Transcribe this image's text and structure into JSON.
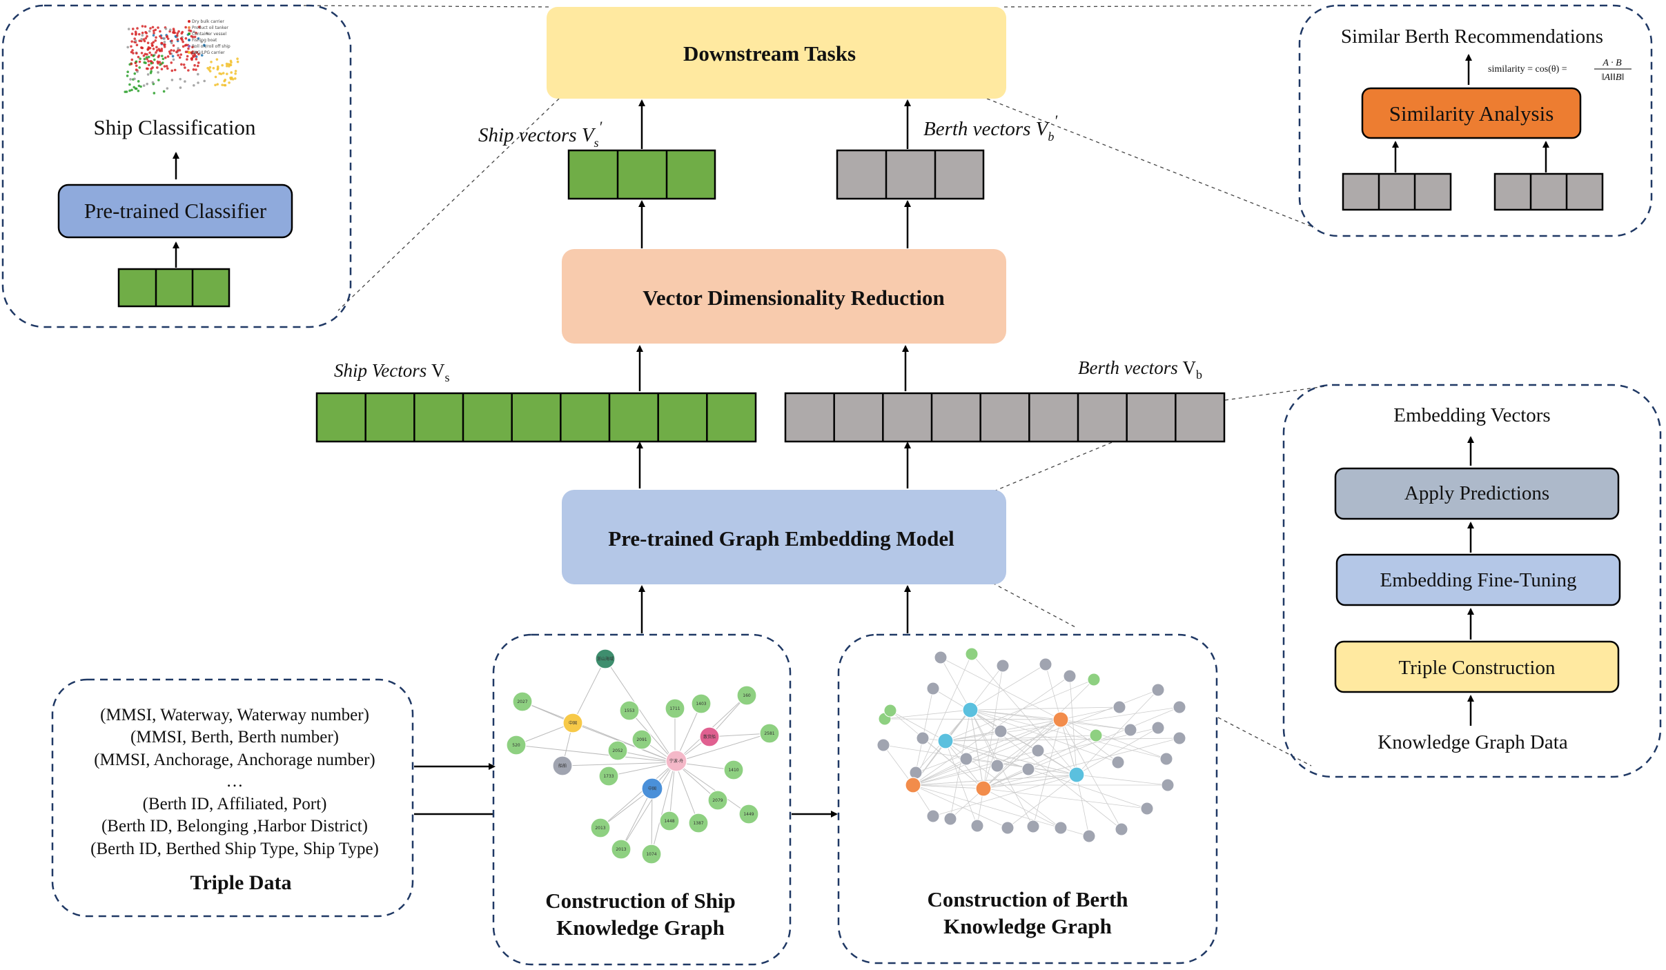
{
  "colors": {
    "yellow_box": "#FFE9A0",
    "peach_box": "#F8CBAD",
    "blue_box": "#B4C7E7",
    "classifier_blue": "#8FAADC",
    "orange_box": "#ED7D31",
    "gray_box": "#ADB9CA",
    "green_cell": "#70AD47",
    "gray_cell": "#AEAAAA",
    "dash_border": "#1F3864",
    "node_green": "#8ED081",
    "node_gray": "#A0A4B0",
    "node_blue": "#4A90D9",
    "node_pink": "#F4B8C8",
    "node_orange": "#F28C4B",
    "node_cyan": "#5BC0DE",
    "node_yellow": "#F7C948",
    "node_teal": "#3E8E6E",
    "node_rose": "#E06090"
  },
  "main": {
    "downstream": "Downstream Tasks",
    "reduction": "Vector Dimensionality Reduction",
    "embedding_model": "Pre-trained Graph Embedding Model",
    "ship_vectors_reduced": "Ship vectors ",
    "ship_vectors_reduced_sym": "V",
    "ship_vectors_reduced_sub": "s",
    "berth_vectors_reduced": "Berth vectors ",
    "berth_vectors_reduced_sym": "V",
    "berth_vectors_reduced_sub": "b",
    "prime": "′",
    "ship_vectors": "Ship Vectors ",
    "ship_vectors_sym": "V",
    "ship_vectors_sub": "s",
    "berth_vectors": "Berth vectors ",
    "berth_vectors_sym": "V",
    "berth_vectors_sub": "b"
  },
  "classification": {
    "title": "Ship Classification",
    "classifier": "Pre-trained Classifier",
    "legend": [
      "Dry bulk carrier",
      "Product oil tanker",
      "Container vessel",
      "Fishing boat",
      "Roll on/roll off ship",
      "LNG/LPG carrier"
    ]
  },
  "similarity": {
    "title": "Similar Berth Recommendations",
    "analysis": "Similarity Analysis",
    "formula_lhs": "similarity = cos(θ) = ",
    "formula_num": "A · B",
    "formula_den": "‖A‖‖B‖"
  },
  "pipeline": {
    "output": "Embedding Vectors",
    "apply": "Apply Predictions",
    "finetune": "Embedding Fine-Tuning",
    "triple": "Triple Construction",
    "input": "Knowledge Graph Data"
  },
  "triples": {
    "lines": [
      "(MMSI, Waterway, Waterway number)",
      "(MMSI, Berth, Berth number)",
      "(MMSI, Anchorage, Anchorage number)",
      "…",
      "(Berth ID, Affiliated, Port)",
      "(Berth ID, Belonging ,Harbor District)",
      "(Berth ID, Berthed Ship Type, Ship Type)"
    ],
    "title": "Triple Data"
  },
  "ship_kg": {
    "title_line1": "Construction of Ship",
    "title_line2": "Knowledge Graph",
    "node_labels": [
      "2027",
      "1553",
      "1711",
      "1403",
      "160",
      "2581",
      "1410",
      "2079",
      "1448",
      "1387",
      "1449",
      "2091",
      "1074",
      "1733",
      "2052",
      "2013",
      "520",
      "船舶",
      "宁波-舟",
      "散货船",
      "浙山海域",
      "中国"
    ]
  },
  "berth_kg": {
    "title_line1": "Construction of Berth",
    "title_line2": "Knowledge Graph"
  }
}
